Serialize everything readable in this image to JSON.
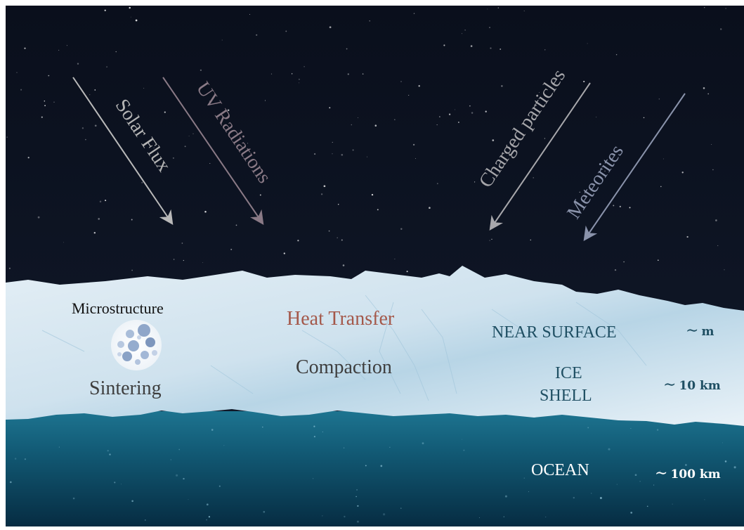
{
  "colors": {
    "space": "#0b1220",
    "ice": "#dbe9f2",
    "ocean_top": "#1a6a85",
    "ocean_bottom": "#07324a",
    "heat_transfer": "#a4584a",
    "layer_text": "#1f4f63",
    "arrow_solar": "#b9b9b9",
    "arrow_uv": "#8a7a86",
    "arrow_charged": "#a8a8ac",
    "arrow_meteor": "#8a93ab"
  },
  "arrows": {
    "solar_flux": "Solar Flux",
    "uv": "UV Radiations",
    "charged": "Charged particles",
    "meteorites": "Meteorites"
  },
  "ice_layer": {
    "microstructure": "Microstructure",
    "sintering": "Sintering",
    "heat_transfer": "Heat Transfer",
    "compaction": "Compaction",
    "near_surface": "NEAR SURFACE",
    "ice_shell_line1": "ICE",
    "ice_shell_line2": "SHELL"
  },
  "ocean": {
    "label": "OCEAN"
  },
  "scales": {
    "near_surface": "m",
    "ice_shell": "10 km",
    "ocean": "100 km",
    "tilde": "∼"
  },
  "icons": {
    "grains": "ice-grains-icon"
  }
}
